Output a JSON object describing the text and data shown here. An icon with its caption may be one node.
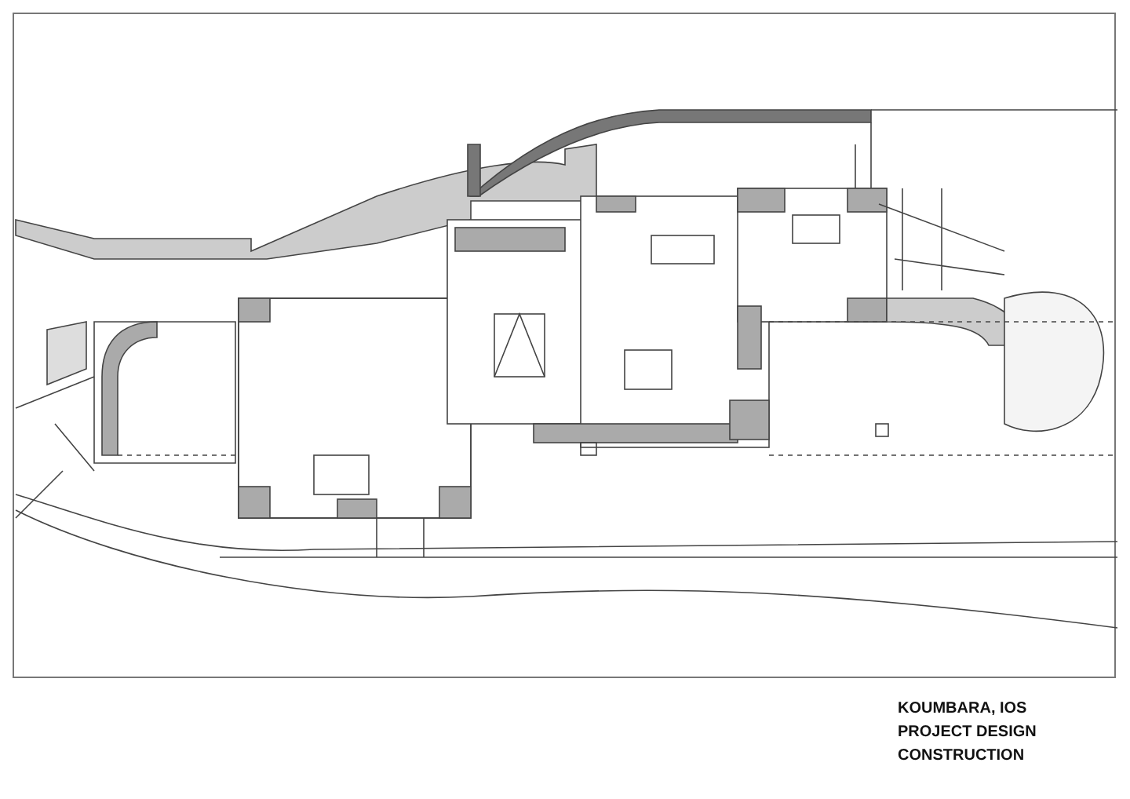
{
  "diagram": {
    "labels": [
      "KOUMBARA, IOS",
      "PROJECT DESIGN",
      "CONSTRUCTION"
    ]
  }
}
